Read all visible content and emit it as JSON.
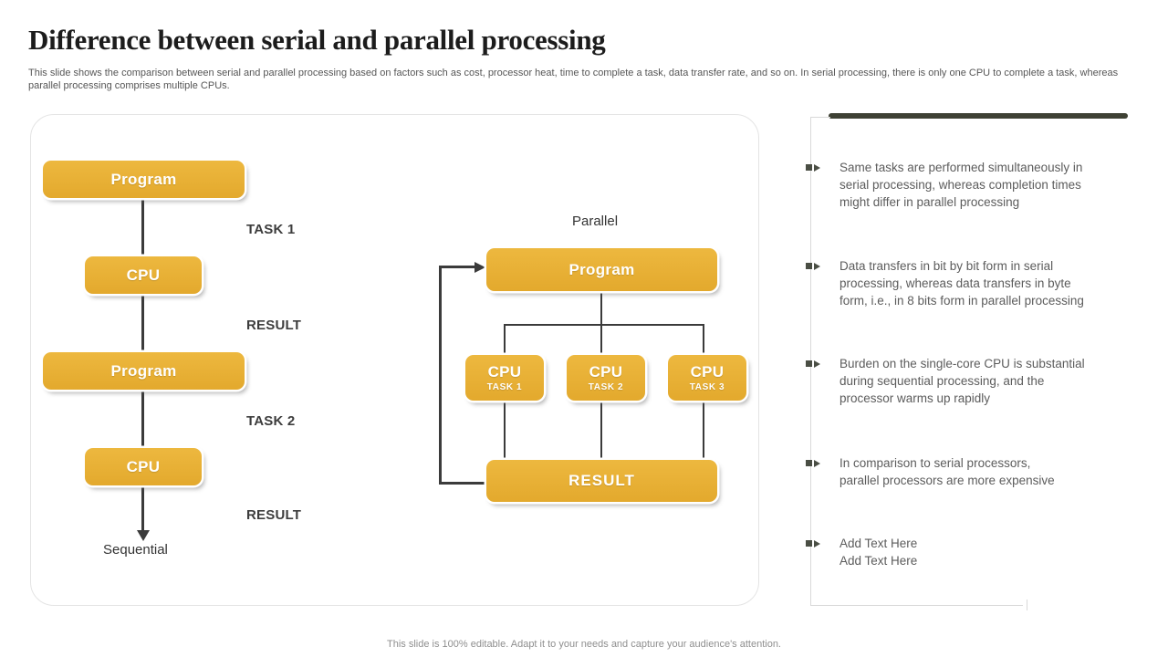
{
  "slide": {
    "title": "Difference between serial and parallel processing",
    "subtitle": "This slide shows the comparison between serial and parallel processing based on factors such as cost, processor heat, time to complete a task, data transfer rate, and so on. In serial processing, there is only one CPU to complete a task, whereas parallel processing comprises multiple CPUs.",
    "footer": "This slide is 100% editable. Adapt it to your needs and capture your audience's attention."
  },
  "diagram": {
    "sequential": {
      "caption": "Sequential",
      "nodes": [
        "Program",
        "CPU",
        "Program",
        "CPU"
      ],
      "flow_labels": [
        "TASK 1",
        "RESULT",
        "TASK 2",
        "RESULT"
      ]
    },
    "parallel": {
      "caption": "Parallel",
      "program": "Program",
      "cpus": [
        {
          "title": "CPU",
          "subtitle": "TASK 1"
        },
        {
          "title": "CPU",
          "subtitle": "TASK 2"
        },
        {
          "title": "CPU",
          "subtitle": "TASK 3"
        }
      ],
      "result": "RESULT"
    },
    "colors": {
      "node_fill": "#E6AF34",
      "node_text": "#FFFFFF",
      "connector": "#3B3B3B",
      "accent_bar": "#3E4134",
      "label_text": "#3D3D3D"
    }
  },
  "bullets": {
    "items": [
      {
        "lines": [
          "Same tasks are performed simultaneously in",
          "serial processing, whereas completion times",
          "might differ in parallel processing"
        ]
      },
      {
        "lines": [
          "Data transfers in bit by bit form in serial",
          "processing, whereas data transfers in byte",
          "form, i.e., in 8 bits form in parallel processing"
        ]
      },
      {
        "lines": [
          "Burden on the single-core CPU is substantial",
          "during sequential processing, and the",
          "processor warms up rapidly"
        ]
      },
      {
        "lines": [
          "In comparison to serial processors,",
          "parallel processors are more expensive"
        ]
      },
      {
        "lines": [
          "Add Text Here",
          "Add Text Here"
        ]
      }
    ]
  }
}
